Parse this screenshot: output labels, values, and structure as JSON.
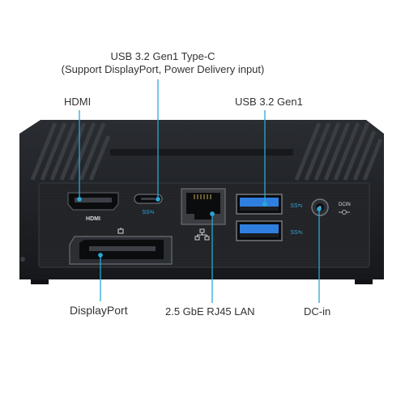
{
  "labels": {
    "usb_c_line1": "USB 3.2 Gen1 Type-C",
    "usb_c_line2": "(Support DisplayPort, Power Delivery input)",
    "hdmi": "HDMI",
    "usb_a": "USB 3.2 Gen1",
    "displayport": "DisplayPort",
    "lan": "2.5 GbE RJ45 LAN",
    "dc_in": "DC-in"
  },
  "port_markings": {
    "hdmi": "HDMI",
    "usb_c": "SS⇆",
    "usb_a_top": "SS⇆",
    "usb_a_bottom": "SS⇆",
    "dc": "DCIN"
  },
  "colors": {
    "leader_line": "#2aa7d6",
    "chassis": "#1e2024",
    "text": "#333333",
    "usb_blue": "#2f7fe0"
  }
}
